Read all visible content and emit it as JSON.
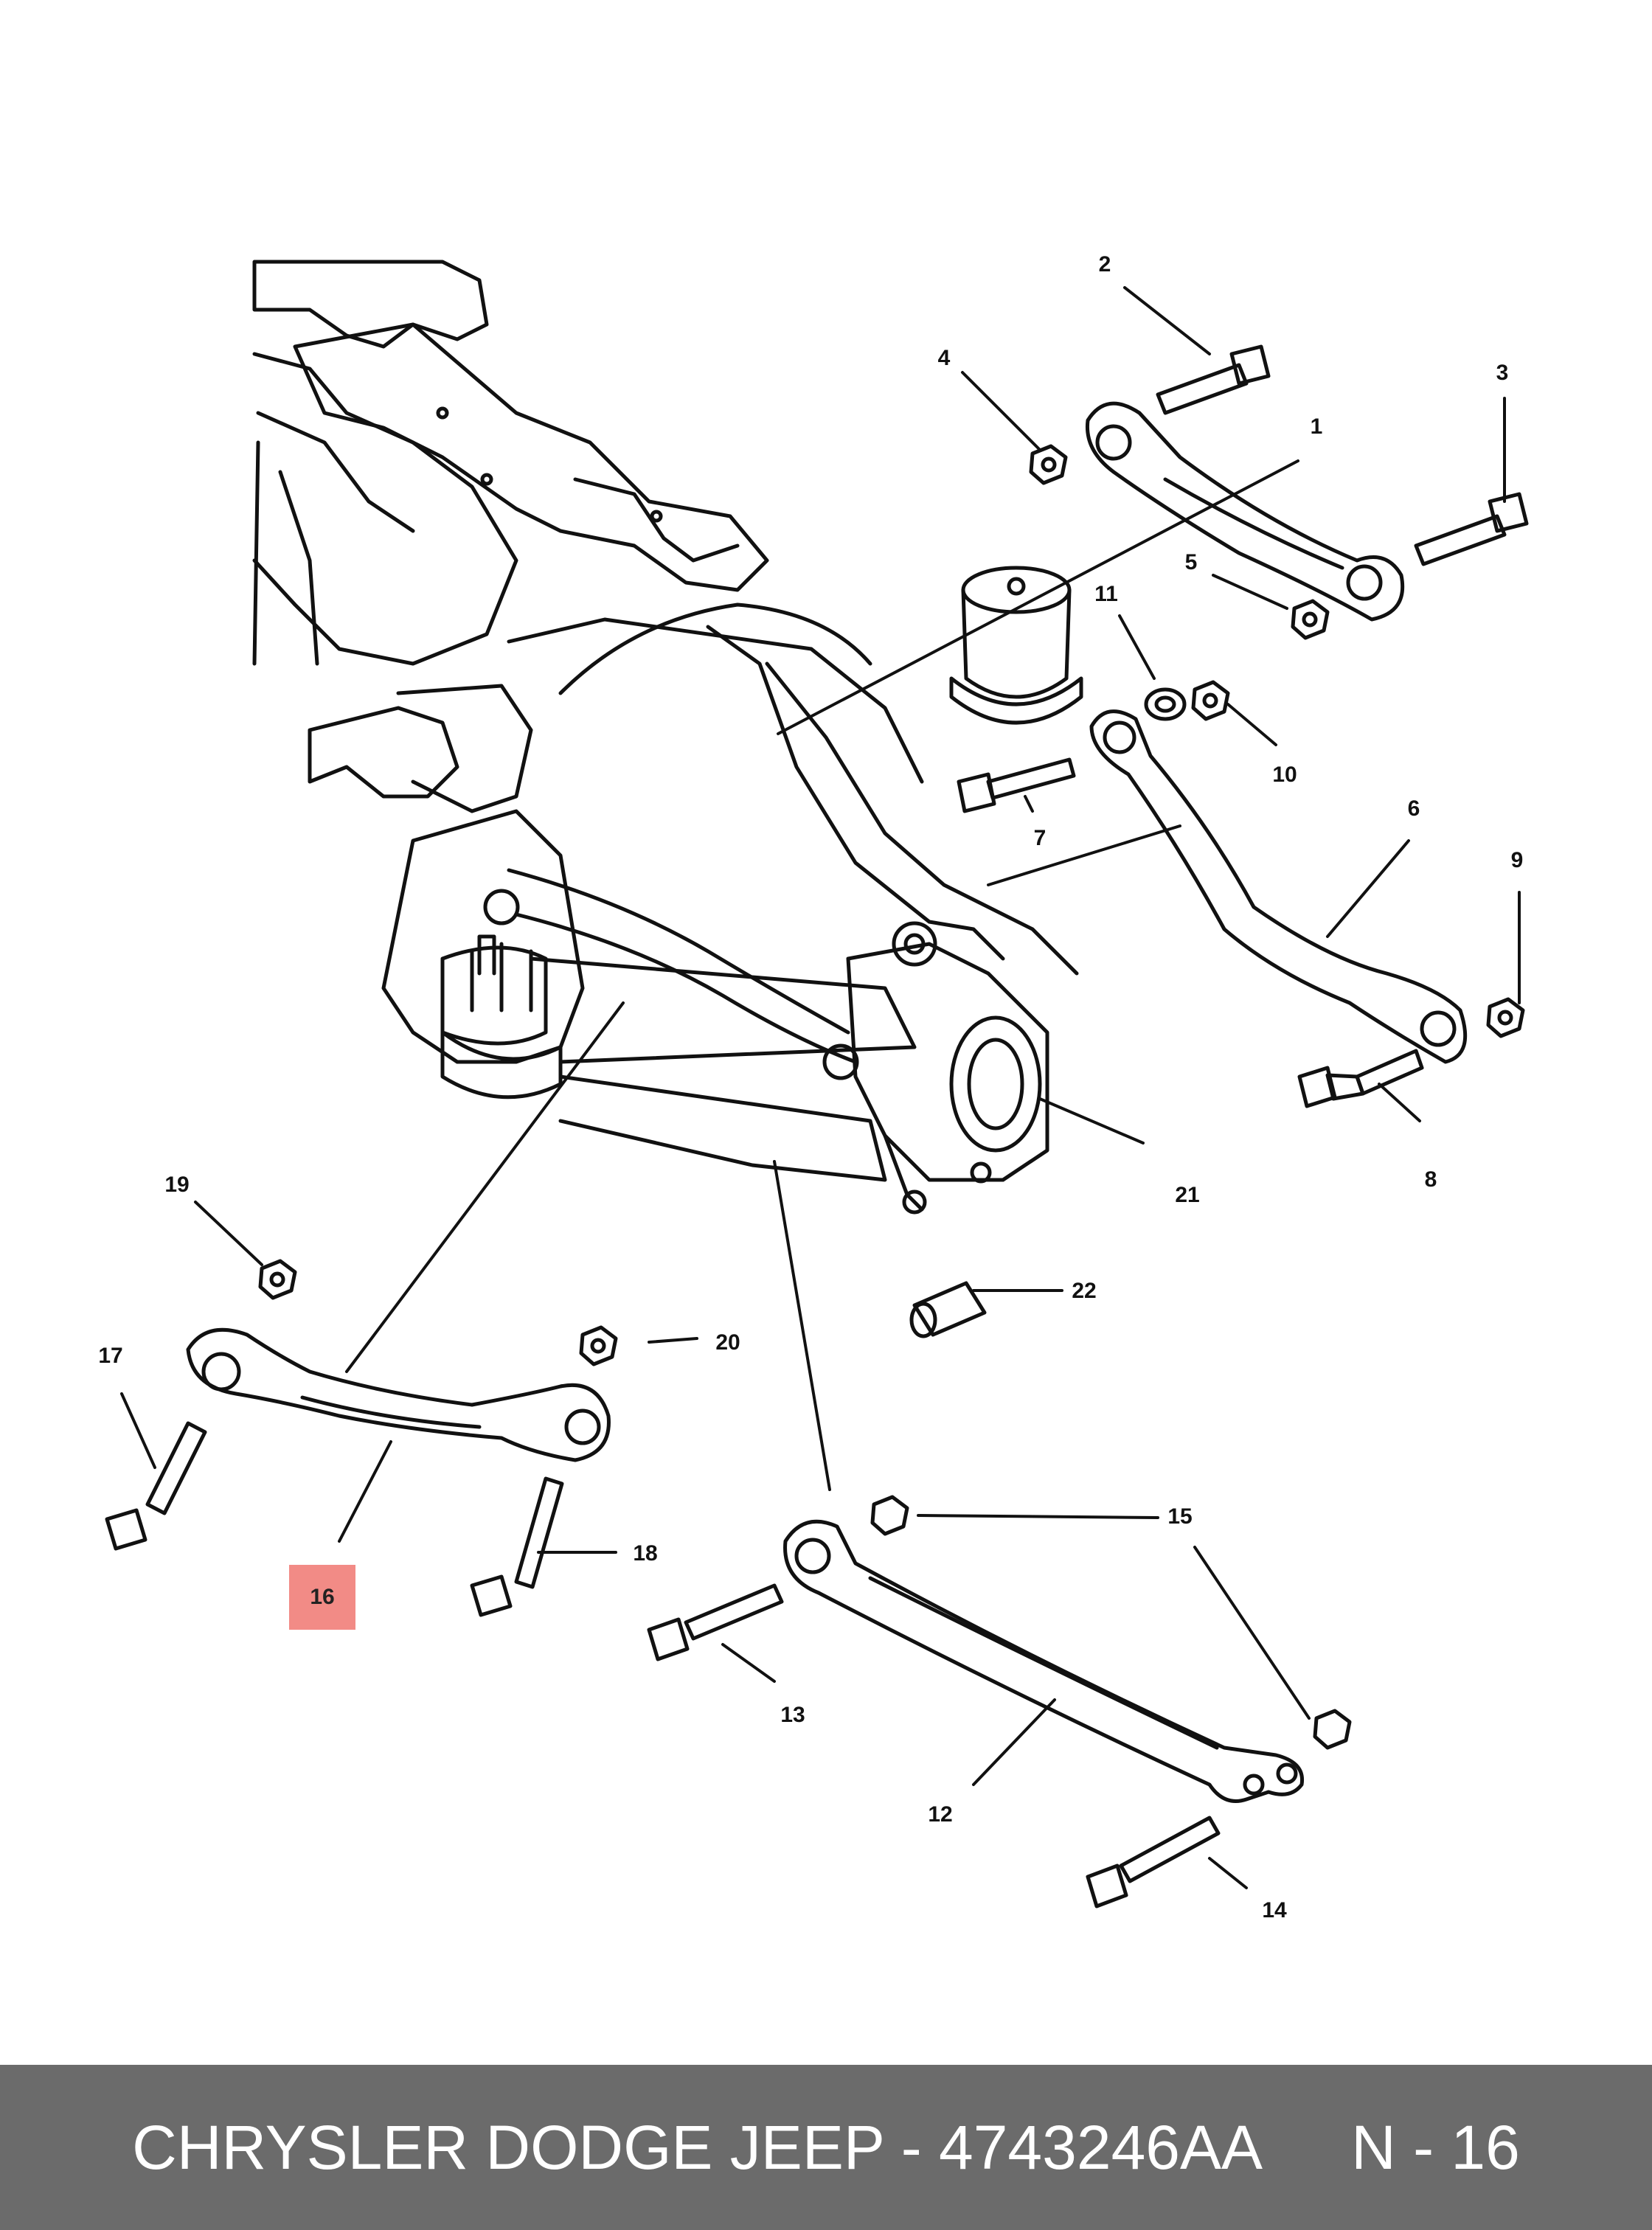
{
  "callouts": {
    "c1": "1",
    "c2": "2",
    "c3": "3",
    "c4": "4",
    "c5": "5",
    "c6": "6",
    "c7": "7",
    "c8": "8",
    "c9": "9",
    "c10": "10",
    "c11": "11",
    "c12": "12",
    "c13": "13",
    "c14": "14",
    "c15": "15",
    "c16": "16",
    "c17": "17",
    "c18": "18",
    "c19": "19",
    "c20": "20",
    "c21": "21",
    "c22": "22"
  },
  "highlight": {
    "label": "16",
    "color": "#f28b86"
  },
  "footer": {
    "brand_part": "CHRYSLER DODGE JEEP - 4743246AA",
    "ref": "N - 16",
    "background": "#6b6b6b",
    "text_color": "#ffffff"
  }
}
